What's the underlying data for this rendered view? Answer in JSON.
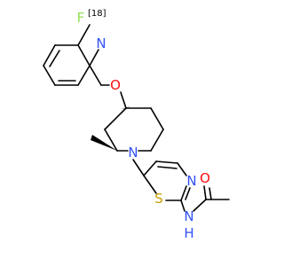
{
  "molecule": {
    "atoms": {
      "F": "F",
      "F_isotope": "[18]",
      "pyridine_N": "N",
      "ether_O": "O",
      "piperidine_N": "N",
      "thiazole_N": "N",
      "thiazole_S": "S",
      "amide_N": "N",
      "amide_H": "H",
      "carbonyl_O": "O"
    },
    "colors": {
      "fluorine": "#90e050",
      "nitrogen": "#3050f8",
      "oxygen": "#ff0d0d",
      "sulfur": "#c8a000",
      "bond": "#000000"
    }
  }
}
